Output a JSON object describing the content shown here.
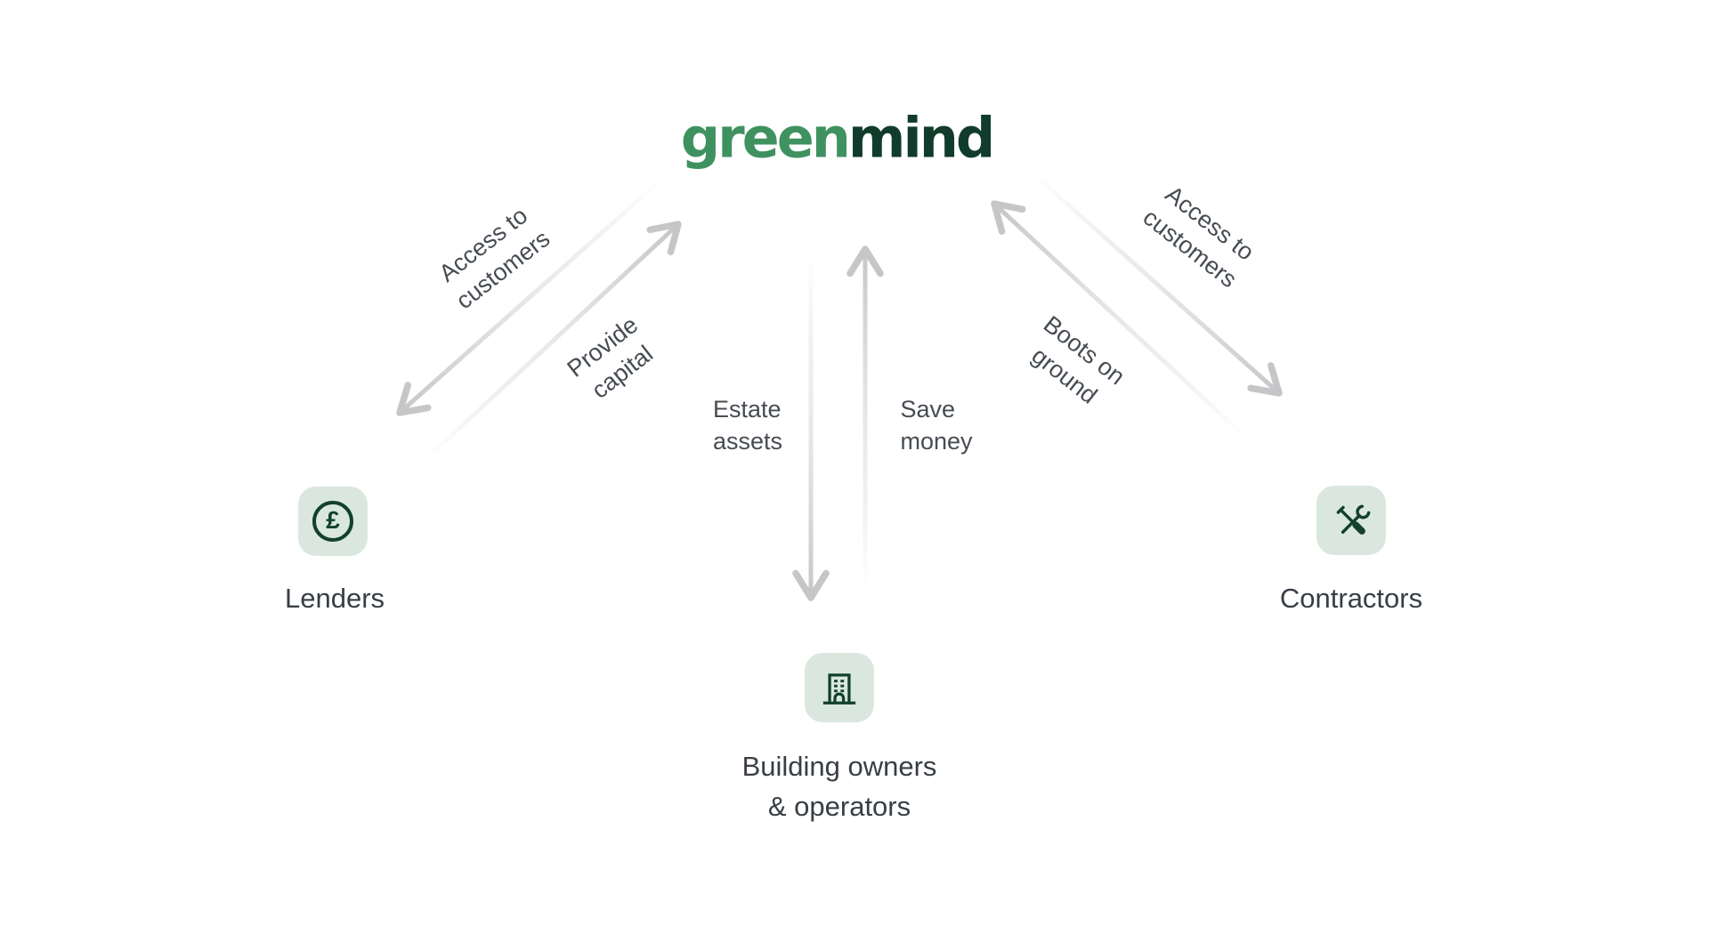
{
  "brand": {
    "part1": "green",
    "part2": "mind"
  },
  "nodes": {
    "lenders": {
      "label": "Lenders",
      "icon": "pound-circle-icon",
      "icon_glyph": "£"
    },
    "building": {
      "label_line1": "Building owners",
      "label_line2": "& operators",
      "icon": "building-icon"
    },
    "contractors": {
      "label": "Contractors",
      "icon": "tools-icon"
    }
  },
  "edges": {
    "access_left": {
      "line1": "Access to",
      "line2": "customers",
      "from": "greenmind",
      "to": "Lenders"
    },
    "provide_capital": {
      "line1": "Provide",
      "line2": "capital",
      "from": "Lenders",
      "to": "greenmind"
    },
    "estate_assets": {
      "line1": "Estate",
      "line2": "assets",
      "from": "greenmind",
      "to": "Building owners & operators"
    },
    "save_money": {
      "line1": "Save",
      "line2": "money",
      "from": "Building owners & operators",
      "to": "greenmind"
    },
    "boots_on_ground": {
      "line1": "Boots on",
      "line2": "ground",
      "from": "Contractors",
      "to": "greenmind"
    },
    "access_right": {
      "line1": "Access to",
      "line2": "customers",
      "from": "greenmind",
      "to": "Contractors"
    }
  },
  "colors": {
    "logo_green": "#3F9260",
    "logo_dark": "#113C2B",
    "icon_background": "#DAE7DE",
    "icon_foreground": "#12402C",
    "arrow_gray": "#C5C6C8",
    "edge_text": "#474C53",
    "node_text": "#383E45",
    "page_background": "#FFFFFF"
  }
}
